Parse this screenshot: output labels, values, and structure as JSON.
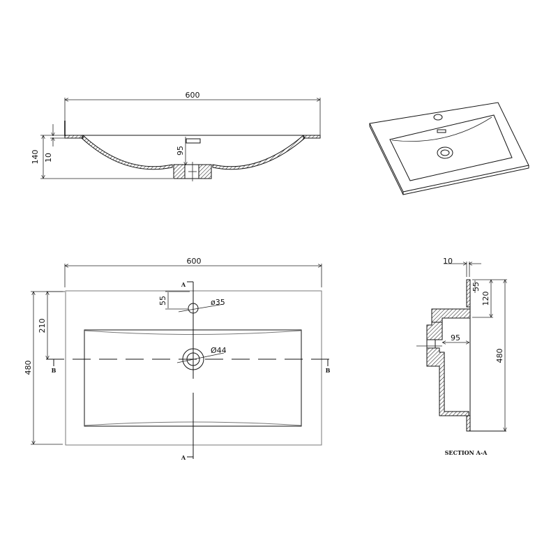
{
  "drawing": {
    "subject": "Rectangular basin technical drawing",
    "views": {
      "front_elevation": {
        "width_label": "600",
        "height_label": "140",
        "rim_thickness_label": "10",
        "drain_depth_label": "95"
      },
      "isometric": {
        "label": ""
      },
      "plan": {
        "width_label": "600",
        "depth_label": "480",
        "drain_offset_label": "210",
        "taphole_offset_label": "55",
        "taphole_diameter_label": "ø35",
        "drain_diameter_label": "Ø44",
        "section_a_top": "A",
        "section_a_bottom": "A",
        "section_b_left": "B",
        "section_b_right": "B"
      },
      "section": {
        "title": "SECTION A-A",
        "rim_thickness_label": "10",
        "taphole_label": "55",
        "deck_label": "120",
        "drain_depth_label": "95",
        "depth_label": "480"
      }
    },
    "colors": {
      "line": "#111111",
      "background": "#ffffff"
    }
  }
}
